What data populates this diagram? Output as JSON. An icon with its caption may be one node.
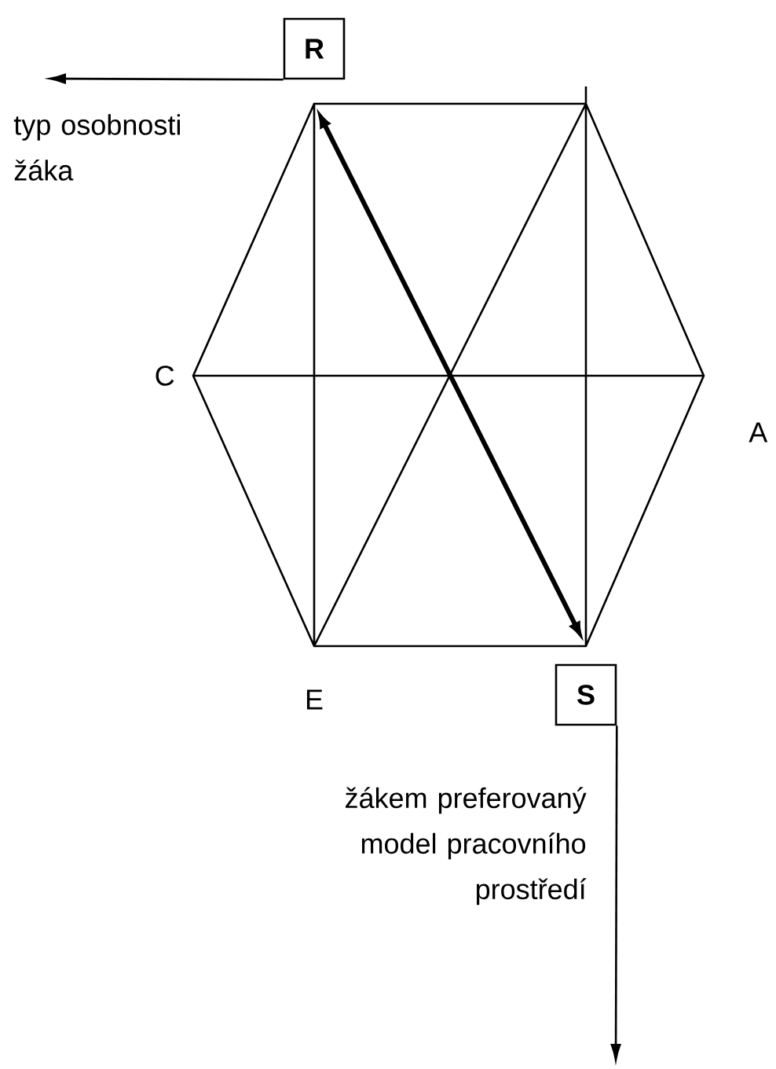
{
  "diagram": {
    "nodes": [
      {
        "text": [
          "R"
        ]
      },
      {
        "text": [
          "S"
        ]
      }
    ],
    "edges": [
      {
        "from": 0,
        "to": null,
        "arrow": "to"
      },
      {
        "from": 1,
        "to": null,
        "arrow": "to"
      }
    ],
    "labels": [
      "typ osobnosti žáka",
      "C",
      "A",
      "E",
      "žákem preferovaný model pracovního prostředí"
    ]
  }
}
